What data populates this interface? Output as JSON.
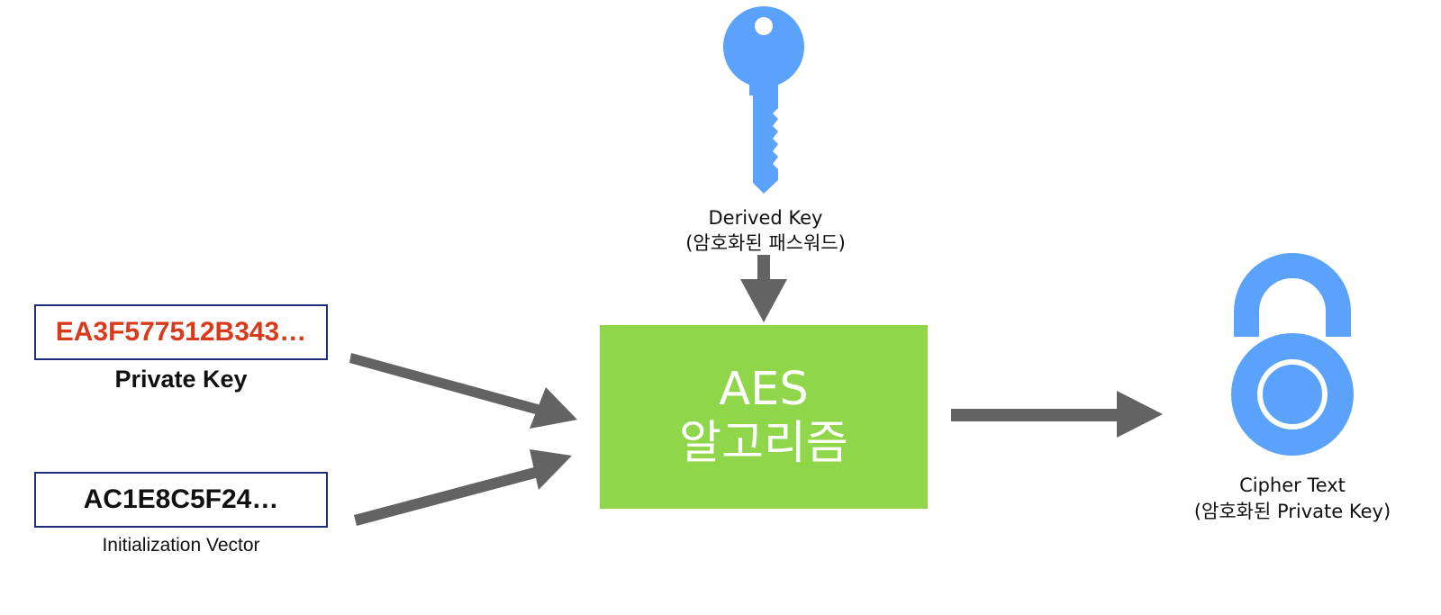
{
  "colors": {
    "icon_blue": "#5aa2fb",
    "aes_green": "#8fd64a",
    "arrow_gray": "#636363",
    "private_key_red": "#d83a1b",
    "box_border": "#1f2d7a"
  },
  "derived_key": {
    "icon": "key-icon",
    "label_line1": "Derived Key",
    "label_line2": "(암호화된 패스워드)"
  },
  "private_key": {
    "value": "EA3F577512B343…",
    "label": "Private Key"
  },
  "initialization_vector": {
    "value": "AC1E8C5F24…",
    "label": "Initialization Vector"
  },
  "aes": {
    "line1": "AES",
    "line2": "알고리즘"
  },
  "cipher_text": {
    "icon": "lock-icon",
    "label_line1": "Cipher Text",
    "label_line2": "(암호화된 Private Key)"
  }
}
